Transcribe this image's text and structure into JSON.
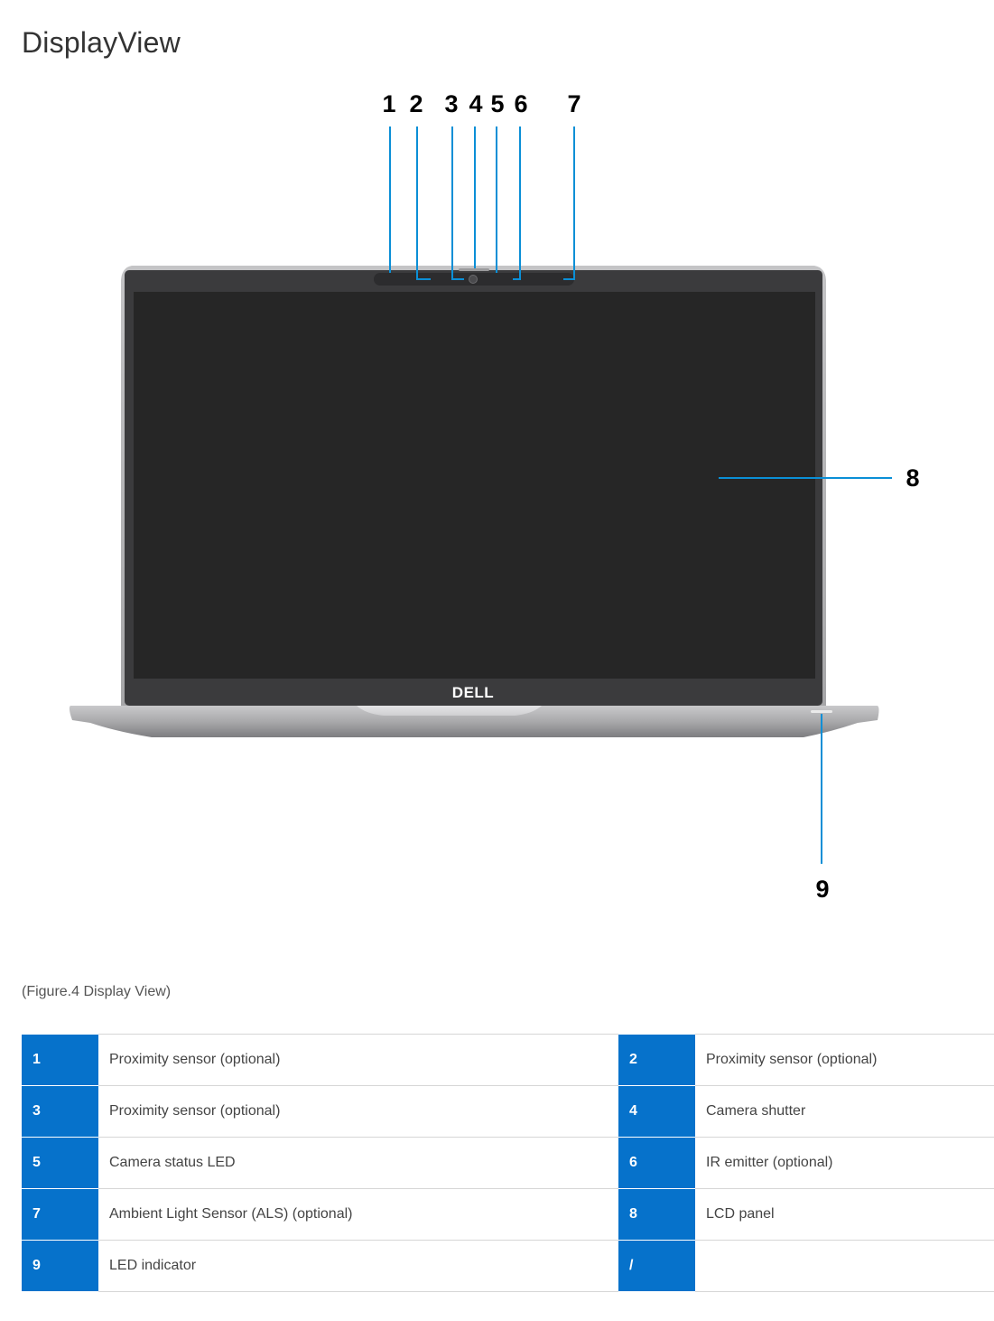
{
  "page": {
    "title": "DisplayView"
  },
  "figure": {
    "callouts": [
      "1",
      "2",
      "3",
      "4",
      "5",
      "6",
      "7",
      "8",
      "9"
    ],
    "logo": "DELL",
    "caption": "(Figure.4 Display View)",
    "colors": {
      "callout_line": "#0b8fd6",
      "accent": "#0672cb",
      "screen": "#262626",
      "chassis": "#b9b9bb"
    }
  },
  "parts": [
    {
      "left_num": "1",
      "left_label": "Proximity sensor (optional)",
      "right_num": "2",
      "right_label": "Proximity sensor (optional)"
    },
    {
      "left_num": "3",
      "left_label": "Proximity sensor (optional)",
      "right_num": "4",
      "right_label": "Camera shutter"
    },
    {
      "left_num": "5",
      "left_label": "Camera status LED",
      "right_num": "6",
      "right_label": "IR emitter (optional)"
    },
    {
      "left_num": "7",
      "left_label": "Ambient Light Sensor (ALS) (optional)",
      "right_num": "8",
      "right_label": "LCD panel"
    },
    {
      "left_num": "9",
      "left_label": "LED indicator",
      "right_num": "/",
      "right_label": ""
    }
  ]
}
